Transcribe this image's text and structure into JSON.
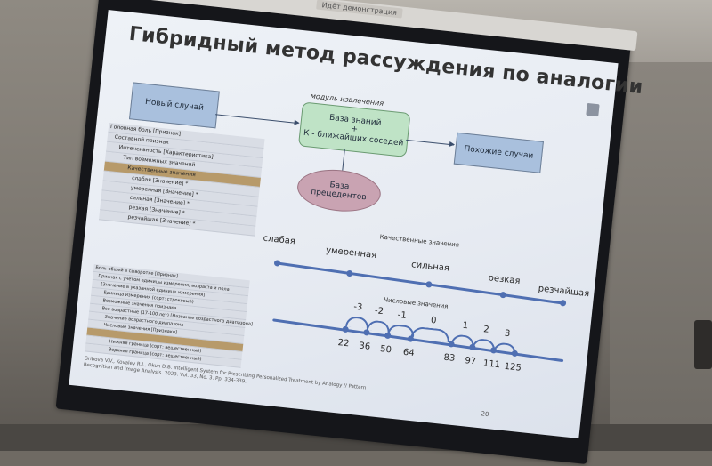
{
  "slide": {
    "header_bar_label": "Идёт демонстрация",
    "title": "Гибридный метод рассуждения по аналогии",
    "module_label": "модуль извлечения",
    "box_new_case": "Новый случай",
    "box_kb_line1": "База знаний",
    "box_kb_line2": "+",
    "box_kb_line3": "К - ближайших соседей",
    "box_similar": "Похожие случаи",
    "box_precedents_line1": "База",
    "box_precedents_line2": "прецедентов",
    "qualitative_caption": "Качественные значения",
    "qualitative_values": [
      "слабая",
      "умеренная",
      "сильная",
      "резкая",
      "резчайшая"
    ],
    "numeric_caption": "Числовые значения",
    "offsets": [
      "-3",
      "-2",
      "-1",
      "0",
      "1",
      "2",
      "3"
    ],
    "numbers": [
      "22",
      "36",
      "50",
      "64",
      "83",
      "97",
      "111",
      "125"
    ],
    "tree1": [
      "Головная боль [Признак]",
      "Составной признак",
      "Интенсивность [Характеристика]",
      "Тип возможных значений",
      "Качественные значения",
      "слабая [Значение] *",
      "умеренная [Значение] *",
      "сильная [Значение] *",
      "резкая [Значение] *",
      "резчайшая [Значение] *"
    ],
    "tree2": [
      "Боль общей в сыворотке [Признак]",
      "Признак с учетом единицы измерения, возраста и пола",
      "[Значение в указанной единице измерения]",
      "Единица измерения (сорт: строковый)",
      "Возможные значения признака",
      "Все возрастные (17-100 лет) [Название возрастного диапазона]",
      "Значение возрастного диапазона",
      "Числовые значения [Признаки]",
      "",
      "Нижняя граница (сорт: вещественный)",
      "Верхняя граница (сорт: вещественный)"
    ],
    "reference_line1": "Gribova V.V., Kovalev R.I., Okun D.B. Intelligent System for Prescribing Personalized Treatment by Analogy // Pattern",
    "reference_line2": "Recognition and Image Analysis. 2023. Vol. 33, No. 3. Pp. 334-339.",
    "page_number": "20"
  },
  "colors": {
    "scale_blue": "#4f6fb2",
    "box_blue": "#a9c0dd",
    "box_green": "#bfe3c6",
    "ellipse_mauve": "#c9a3b2",
    "tree_highlight": "#b79a6a"
  }
}
